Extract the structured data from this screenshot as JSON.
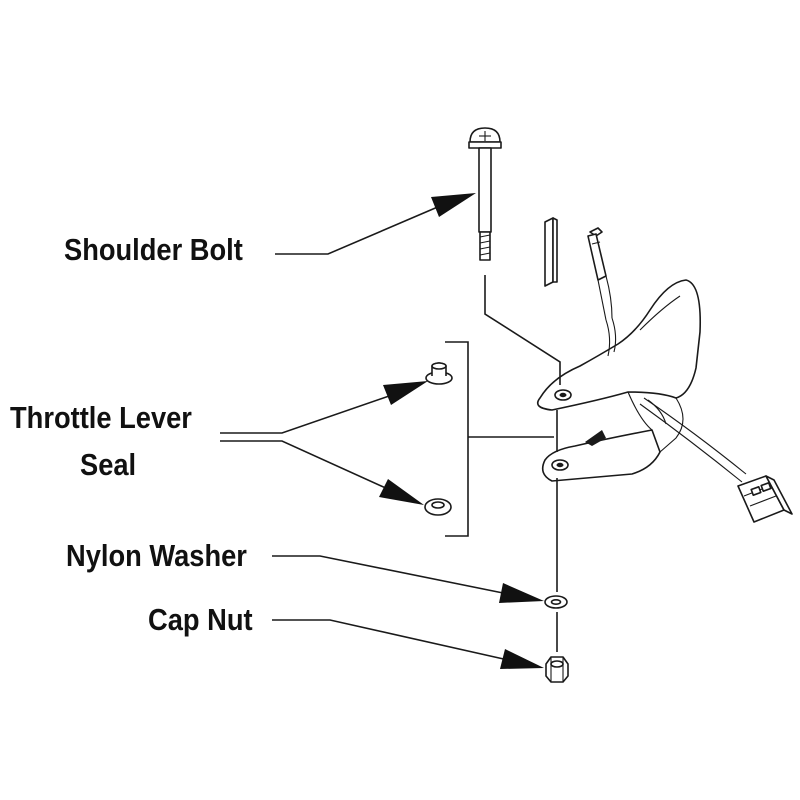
{
  "callouts": {
    "shoulder_bolt": "Shoulder Bolt",
    "throttle_lever_seal_line1": "Throttle Lever",
    "throttle_lever_seal_line2": "Seal",
    "nylon_washer": "Nylon Washer",
    "cap_nut": "Cap Nut"
  },
  "colors": {
    "ink": "#111111",
    "background": "#ffffff"
  }
}
